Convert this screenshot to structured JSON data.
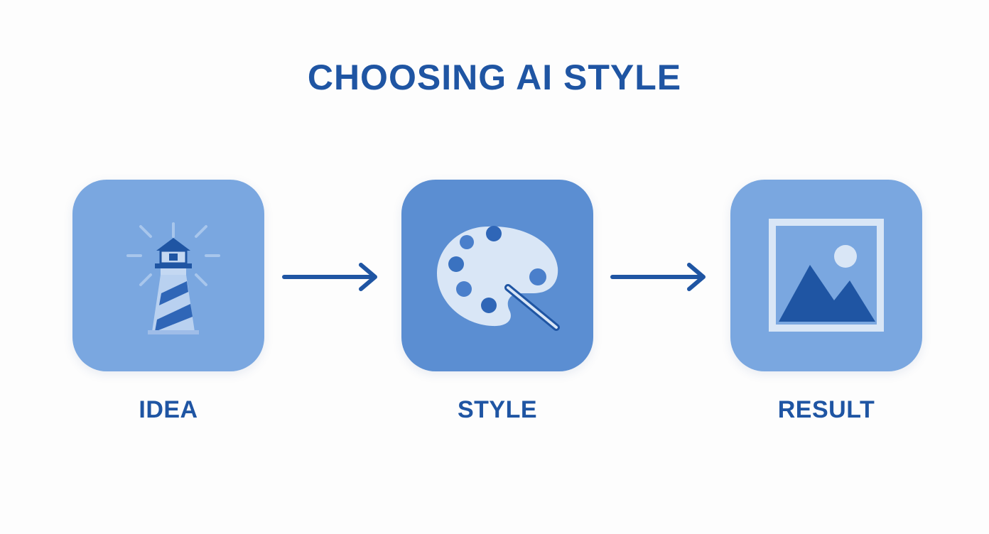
{
  "diagram": {
    "title": "CHOOSING AI STYLE",
    "steps": [
      {
        "label": "IDEA",
        "icon": "lighthouse-icon"
      },
      {
        "label": "STYLE",
        "icon": "palette-icon"
      },
      {
        "label": "RESULT",
        "icon": "image-icon"
      }
    ],
    "connector": "arrow-right-icon"
  },
  "colors": {
    "title_text": "#1f55a3",
    "tile_light": "#7aa7e0",
    "tile_medium": "#5b8ed2",
    "icon_dark": "#1f55a3",
    "icon_light": "#d9e6f6",
    "arrow": "#1f55a3"
  }
}
